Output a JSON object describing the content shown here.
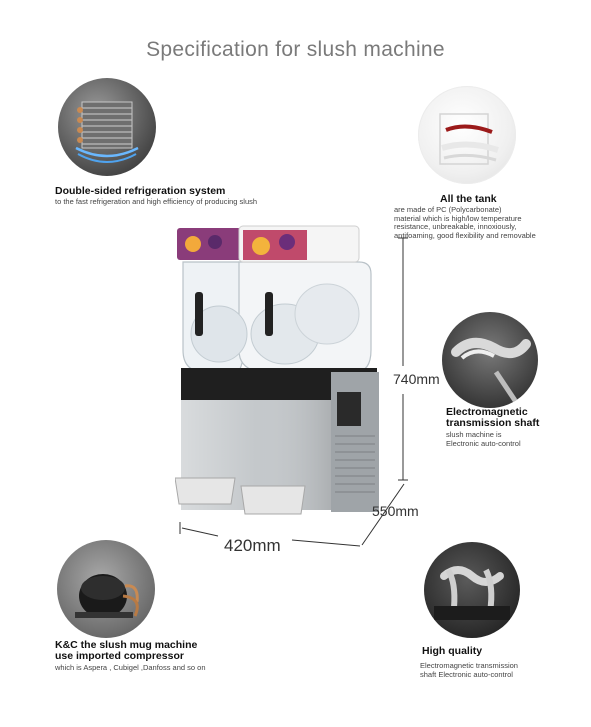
{
  "title": "Specification for slush machine",
  "features": {
    "refrigeration": {
      "title": "Double-sided refrigeration system",
      "desc": "to the fast refrigeration and high efficiency of producing slush"
    },
    "tank": {
      "title": "All the tank",
      "desc_lines": [
        "are made of PC (Polycarbonate)",
        "material which is high/low temperature",
        "resistance, unbreakable, innoxiously,",
        "antifoaming, good flexibility and removable"
      ]
    },
    "shaft": {
      "title_lines": [
        "Electromagnetic",
        "transmission shaft"
      ],
      "desc_lines": [
        "slush machine is",
        "Electronic auto-control"
      ]
    },
    "compressor": {
      "title_lines": [
        "K&C  the slush mug machine",
        "use imported compressor"
      ],
      "desc": "which is Aspera , Cubigel ,Danfoss and so on"
    },
    "quality": {
      "title": "High quality",
      "desc_lines": [
        "Electromagnetic transmission",
        "shaft Electronic auto-control"
      ]
    }
  },
  "dimensions": {
    "height": "740mm",
    "depth": "550mm",
    "width": "420mm"
  }
}
